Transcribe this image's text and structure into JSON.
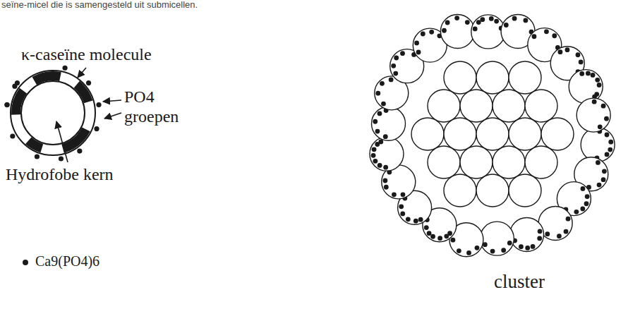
{
  "diagram": {
    "labels": [
      "seïne-micel die is samengesteld uit submicellen.",
      "κ-caseïne molecule",
      "PO4 groepen",
      "Hydrofobe kern",
      "cluster"
    ],
    "legend": [
      {
        "text": "Ca9(PO4)6"
      }
    ]
  }
}
